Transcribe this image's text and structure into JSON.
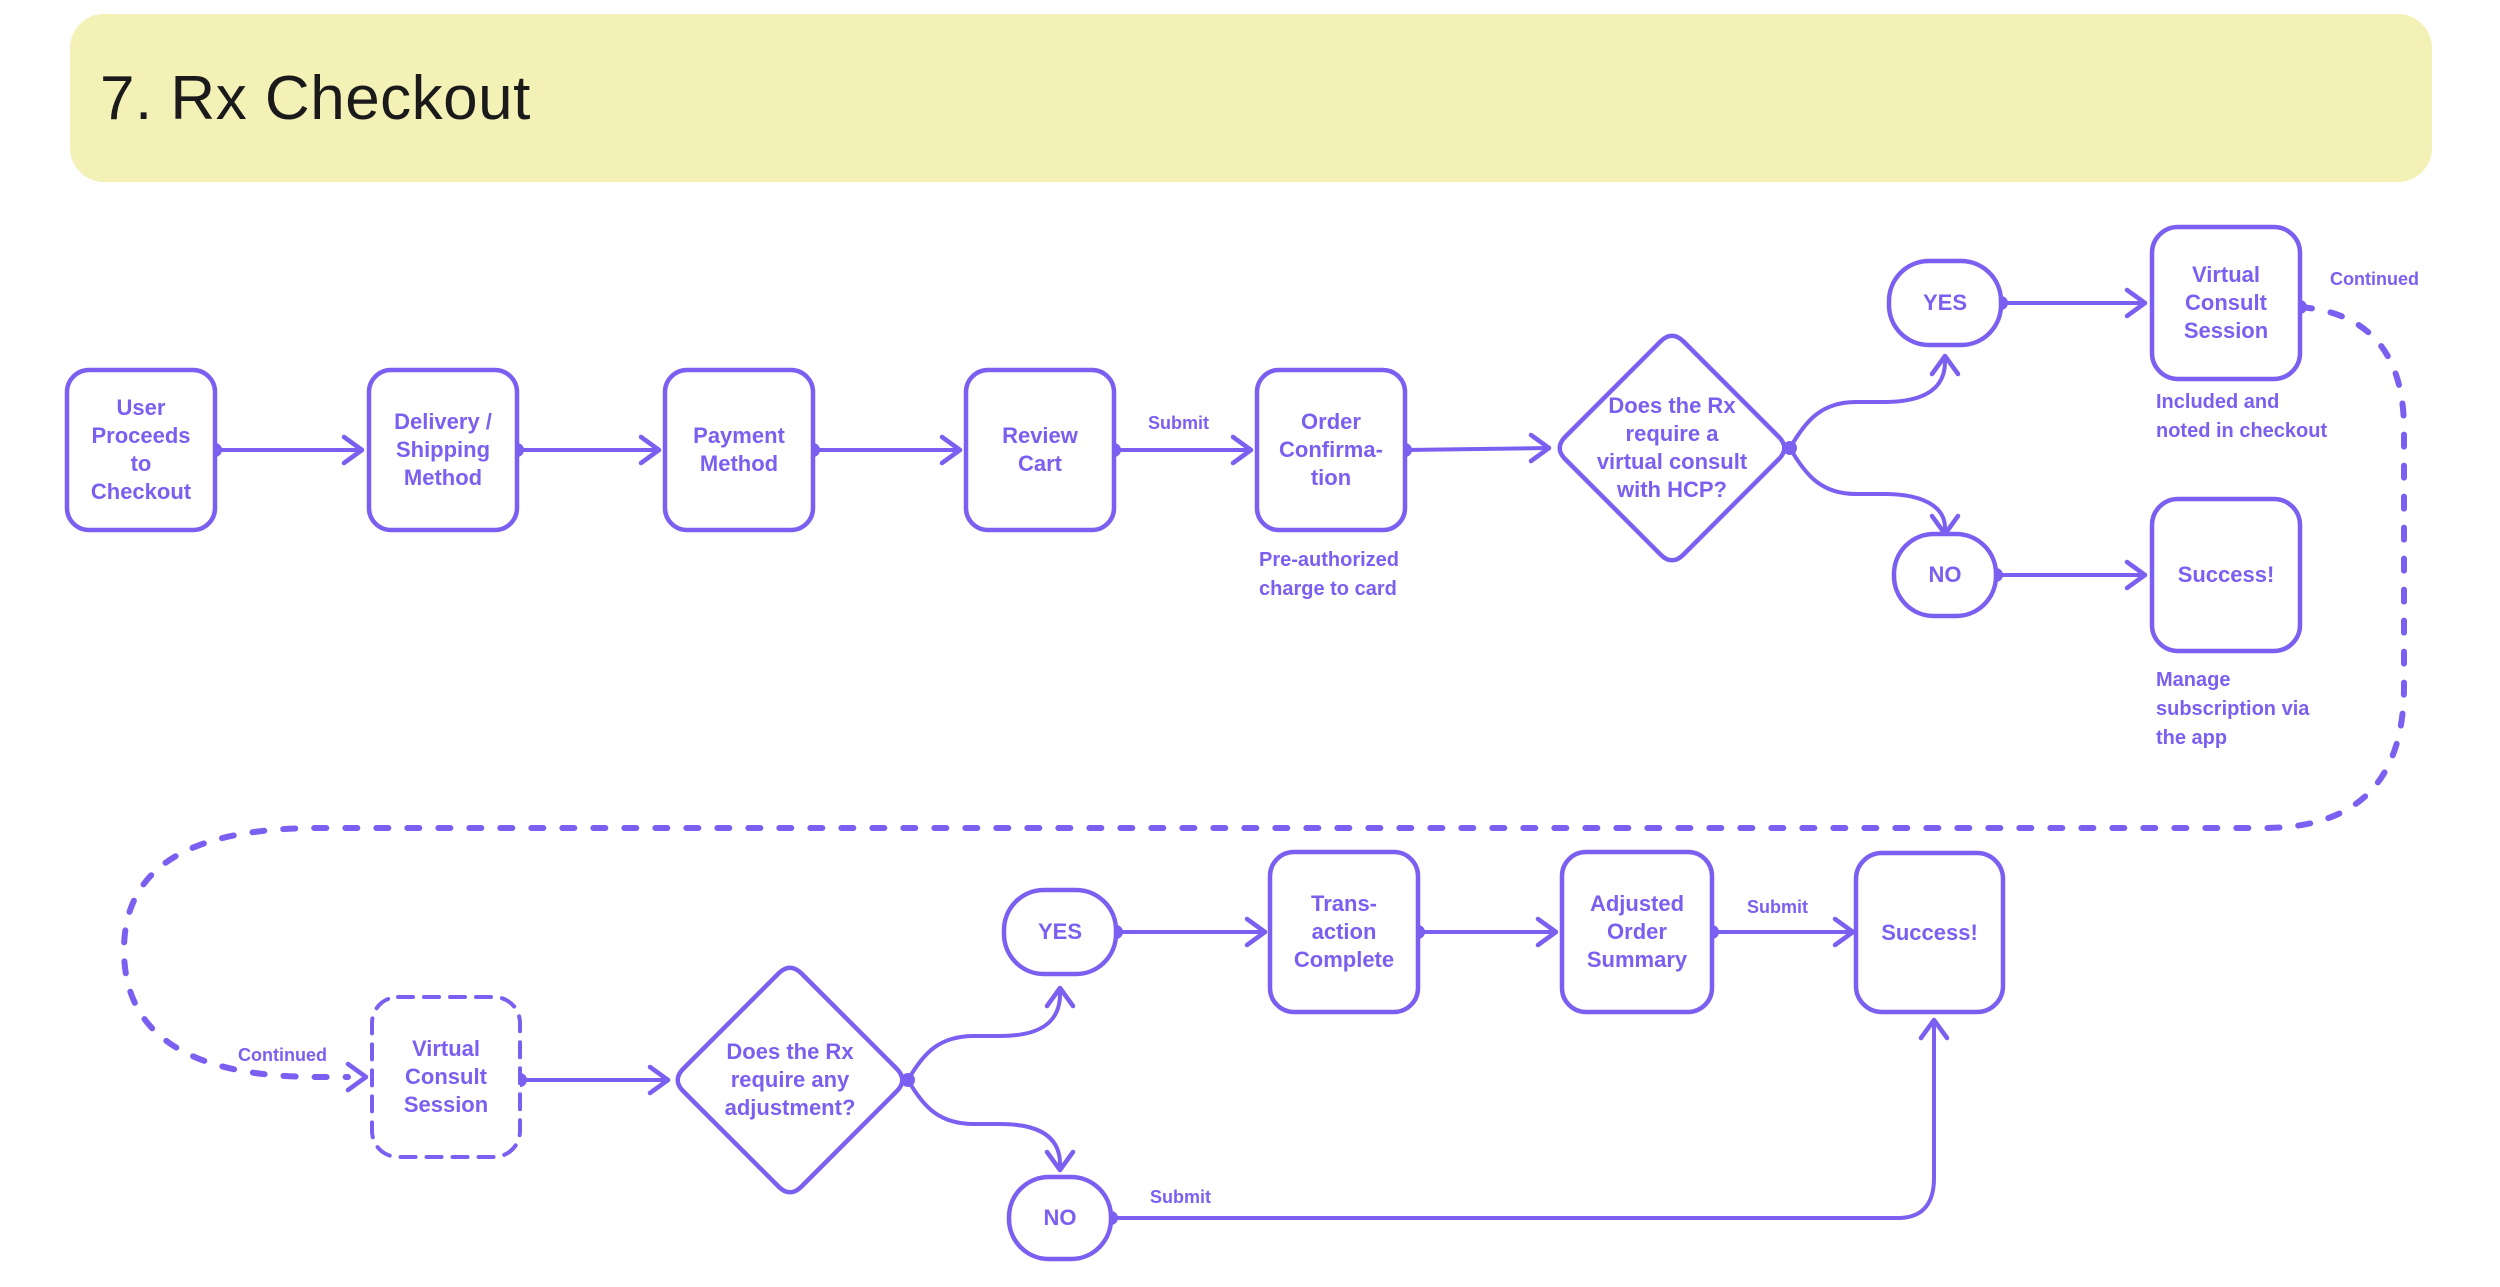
{
  "header": {
    "title": "7. Rx Checkout"
  },
  "colors": {
    "accent": "#7B5FF0",
    "banner_bg": "#F4F1B7",
    "title_ink": "#1A1A1A"
  },
  "nodes": {
    "proceed": {
      "label": "User\nProceeds\nto\nCheckout"
    },
    "delivery": {
      "label": "Delivery /\nShipping\nMethod"
    },
    "payment": {
      "label": "Payment\nMethod"
    },
    "review": {
      "label": "Review\nCart"
    },
    "confirmation": {
      "label": "Order\nConfirma-\ntion",
      "note": "Pre-authorized\ncharge to card"
    },
    "decision_consult": {
      "label": "Does the Rx\nrequire a\nvirtual consult\nwith HCP?"
    },
    "yes1": {
      "label": "YES"
    },
    "no1": {
      "label": "NO"
    },
    "consult1": {
      "label": "Virtual\nConsult\nSession",
      "note": "Included and\nnoted in checkout"
    },
    "success1": {
      "label": "Success!",
      "note": "Manage\nsubscription via\nthe app"
    },
    "consult2": {
      "label": "Virtual\nConsult\nSession"
    },
    "decision_adjust": {
      "label": "Does the Rx\nrequire any\nadjustment?"
    },
    "yes2": {
      "label": "YES"
    },
    "no2": {
      "label": "NO"
    },
    "transaction": {
      "label": "Trans-\naction\nComplete"
    },
    "adjusted": {
      "label": "Adjusted\nOrder\nSummary"
    },
    "success2": {
      "label": "Success!"
    }
  },
  "edge_labels": {
    "submit_review": "Submit",
    "submit_adjusted": "Submit",
    "submit_no2": "Submit",
    "continued_top": "Continued",
    "continued_bottom": "Continued"
  }
}
